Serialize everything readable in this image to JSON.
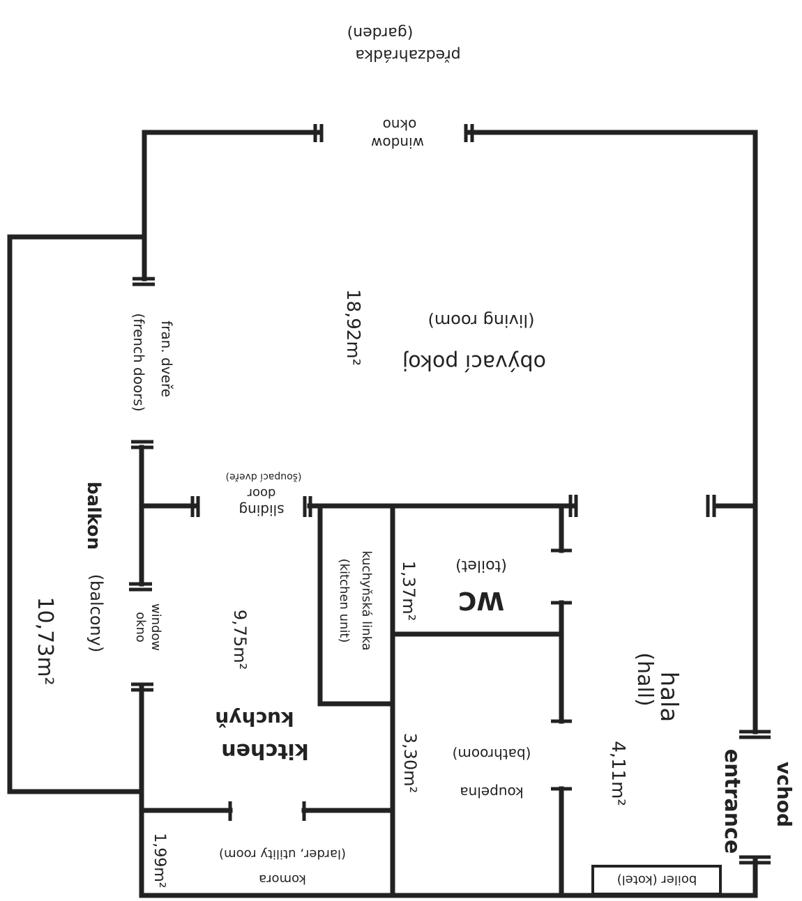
{
  "labels": {
    "garden_note": "(garden)",
    "garden_cz": "předzahrádka",
    "top_window_en": "window",
    "top_window_cz": "okno",
    "living_area": "18,92m²",
    "living_en": "(living room)",
    "living_cz": "obývací pokoj",
    "french_doors_cz": "fran. dveře",
    "french_doors_en": "(french doors)",
    "sliding_door_cz": "(šoupací dveře)",
    "sliding_door_en1": "sliding",
    "sliding_door_en2": "door",
    "balcony_cz": "balkon",
    "balcony_en": "(balcony)",
    "balcony_area": "10,73m²",
    "side_window_en": "window",
    "side_window_cz": "okno",
    "kitchen_area": "9,75m²",
    "kitchen_en": "kitchen",
    "kitchen_cz": "kuchyň",
    "kitchen_unit_cz": "kuchyňská linka",
    "kitchen_unit_en": "(kitchen unit)",
    "wc_area": "1,37m²",
    "wc_label": "WC",
    "wc_en": "(toilet)",
    "bathroom_area": "3,30m²",
    "bathroom_en": "(bathroom)",
    "bathroom_cz": "koupelna",
    "hall_cz": "hala",
    "hall_en": "(hall)",
    "hall_area": "4,11m²",
    "entrance_cz": "vchod",
    "entrance_en": "entrance",
    "pantry_area": "1,99m²",
    "pantry_en": "(larder, utility room)",
    "pantry_cz": "komora",
    "boiler": "boiler (kotel)"
  }
}
